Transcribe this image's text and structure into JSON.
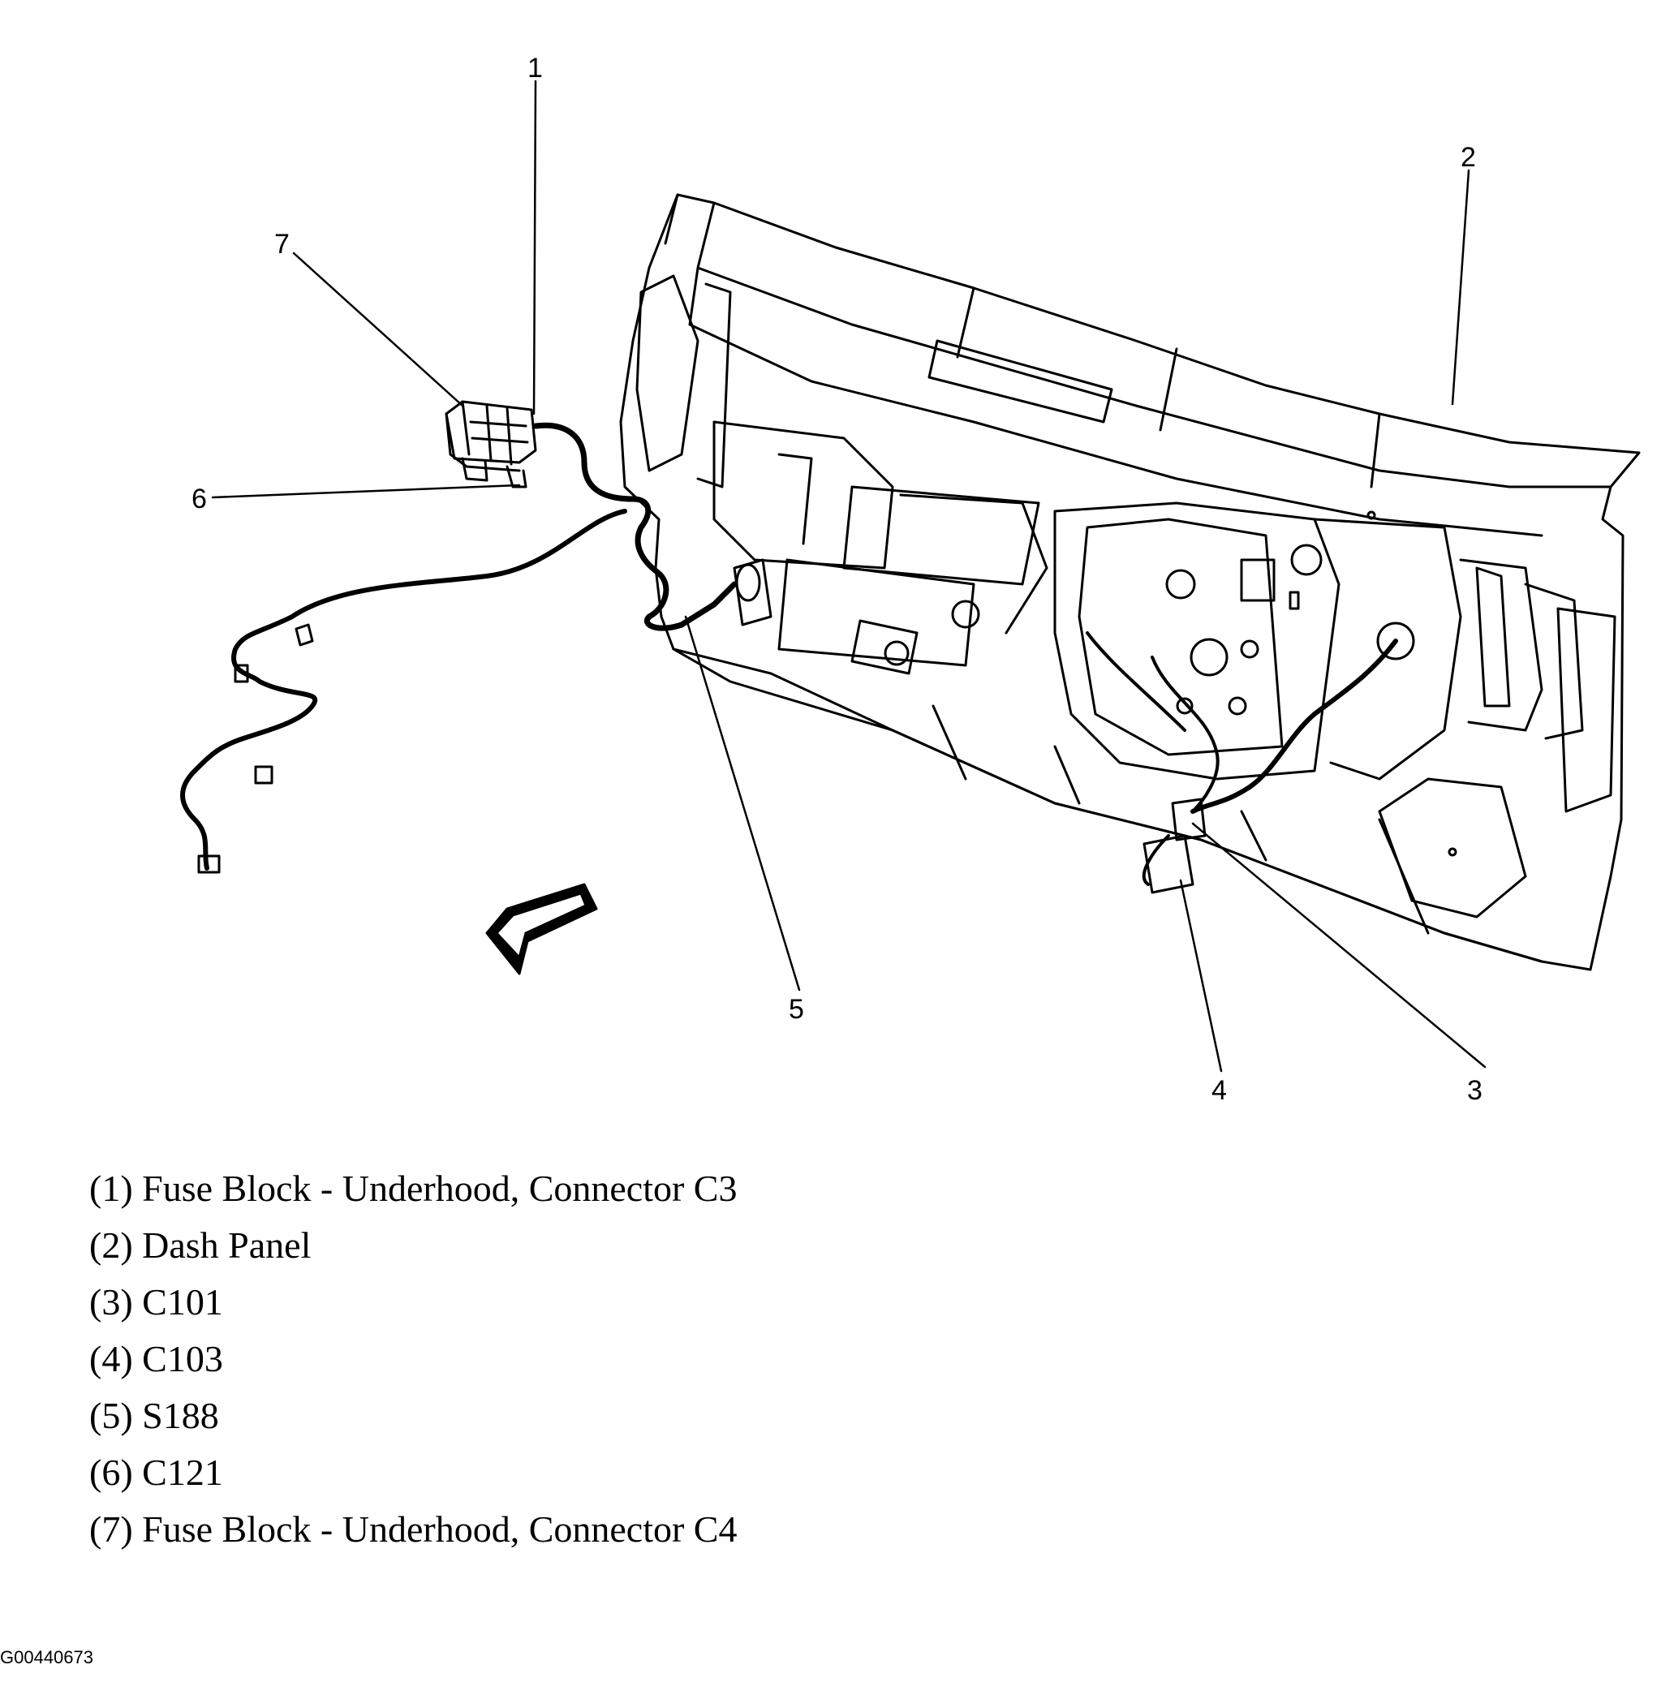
{
  "callouts": [
    "1",
    "2",
    "3",
    "4",
    "5",
    "6",
    "7"
  ],
  "legend": [
    "(1) Fuse Block - Underhood, Connector C3",
    "(2) Dash Panel",
    "(3) C101",
    "(4) C103",
    "(5) S188",
    "(6) C121",
    "(7) Fuse Block - Underhood, Connector C4"
  ],
  "figure_id": "G00440673"
}
